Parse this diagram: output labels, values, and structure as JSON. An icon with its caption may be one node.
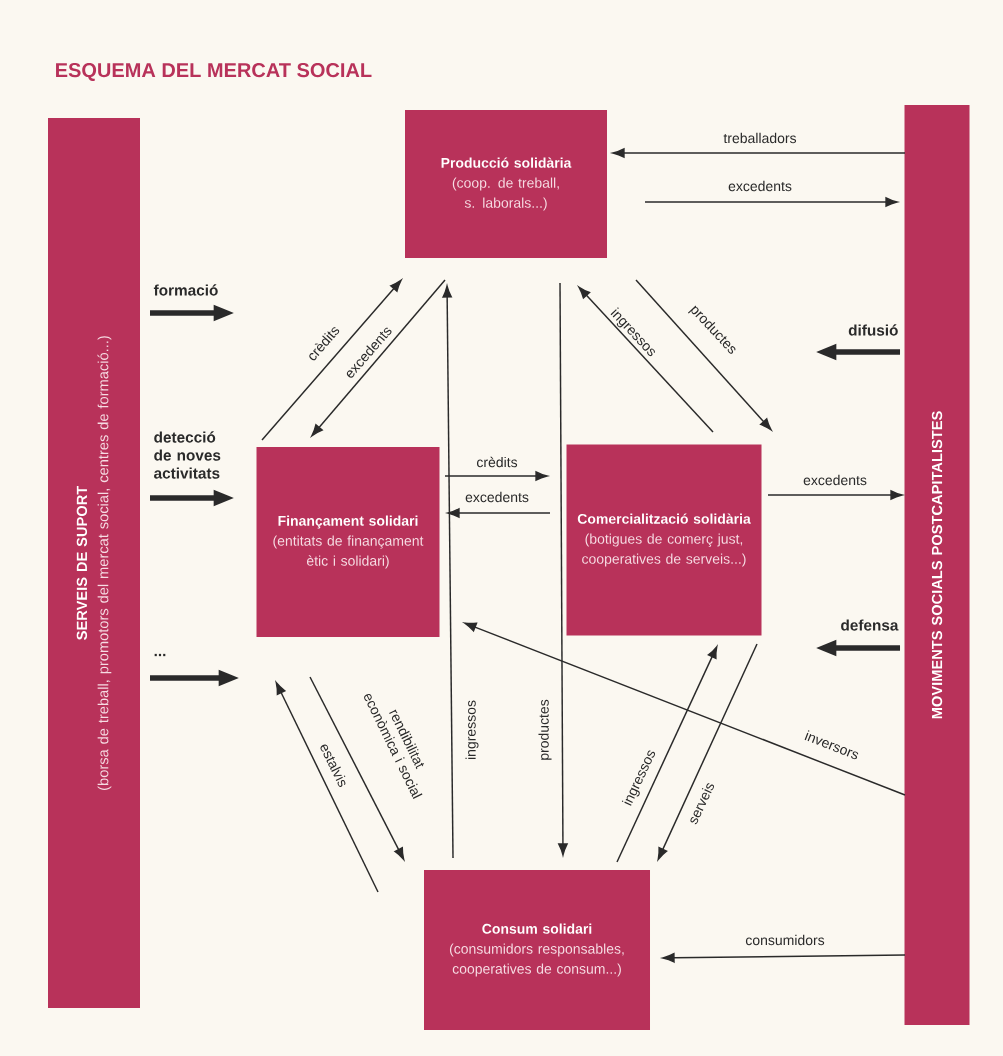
{
  "diagram": {
    "title": "ESQUEMA DEL MERCAT SOCIAL",
    "nodes": [
      {
        "text": [
          "SERVEIS DE SUPORT",
          "(borsa de treball, promotors del mercat social, centres de formació...)"
        ]
      },
      {
        "text": [
          "Producció solidària",
          "(coop. de treball, s. laborals...)"
        ]
      },
      {
        "text": [
          "Finançament solidari",
          "(entitats de finançament ètic i solidari)"
        ]
      },
      {
        "text": [
          "Comercialització solidària",
          "(botigues de comerç just, cooperatives de serveis...)"
        ]
      },
      {
        "text": [
          "Consum solidari",
          "(consumidors responsables, cooperatives de consum...)"
        ]
      },
      {
        "text": [
          "MOVIMENTS SOCIALS POSTCAPITALISTES"
        ]
      }
    ],
    "edges": [
      {
        "from": 5,
        "to": 1,
        "arrow": "to",
        "label": "treballadors"
      },
      {
        "from": 1,
        "to": 5,
        "arrow": "to",
        "label": "excedents"
      },
      {
        "from": 2,
        "to": 1,
        "arrow": "to",
        "label": "crèdits"
      },
      {
        "from": 1,
        "to": 2,
        "arrow": "to",
        "label": "excedents"
      },
      {
        "from": 4,
        "to": 1,
        "arrow": "to",
        "label": "ingressos"
      },
      {
        "from": 1,
        "to": 4,
        "arrow": "to",
        "label": "productes"
      },
      {
        "from": 3,
        "to": 1,
        "arrow": "to",
        "label": "ingressos"
      },
      {
        "from": 1,
        "to": 3,
        "arrow": "to",
        "label": "productes"
      },
      {
        "from": 2,
        "to": 3,
        "arrow": "to",
        "label": "crèdits"
      },
      {
        "from": 3,
        "to": 2,
        "arrow": "to",
        "label": "excedents"
      },
      {
        "from": 3,
        "to": 5,
        "arrow": "to",
        "label": "excedents"
      },
      {
        "from": 5,
        "to": 2,
        "arrow": "to",
        "label": "inversors"
      },
      {
        "from": 4,
        "to": 3,
        "arrow": "to",
        "label": "ingressos"
      },
      {
        "from": 3,
        "to": 4,
        "arrow": "to",
        "label": "serveis"
      },
      {
        "from": 4,
        "to": 2,
        "arrow": "to",
        "label": "estalvis"
      },
      {
        "from": 2,
        "to": 4,
        "arrow": "to",
        "label": "rendibilitat econòmica i social"
      },
      {
        "from": 5,
        "to": 4,
        "arrow": "to",
        "label": "consumidors"
      },
      {
        "from": 0,
        "to": null,
        "arrow": "to",
        "label": "formació",
        "style": "thick"
      },
      {
        "from": 0,
        "to": null,
        "arrow": "to",
        "label": "detecció de noves activitats",
        "style": "thick"
      },
      {
        "from": 0,
        "to": null,
        "arrow": "to",
        "label": "...",
        "style": "thick"
      },
      {
        "from": 5,
        "to": null,
        "arrow": "to",
        "label": "difusió",
        "style": "thick"
      },
      {
        "from": 5,
        "to": null,
        "arrow": "to",
        "label": "defensa",
        "style": "thick"
      }
    ]
  }
}
